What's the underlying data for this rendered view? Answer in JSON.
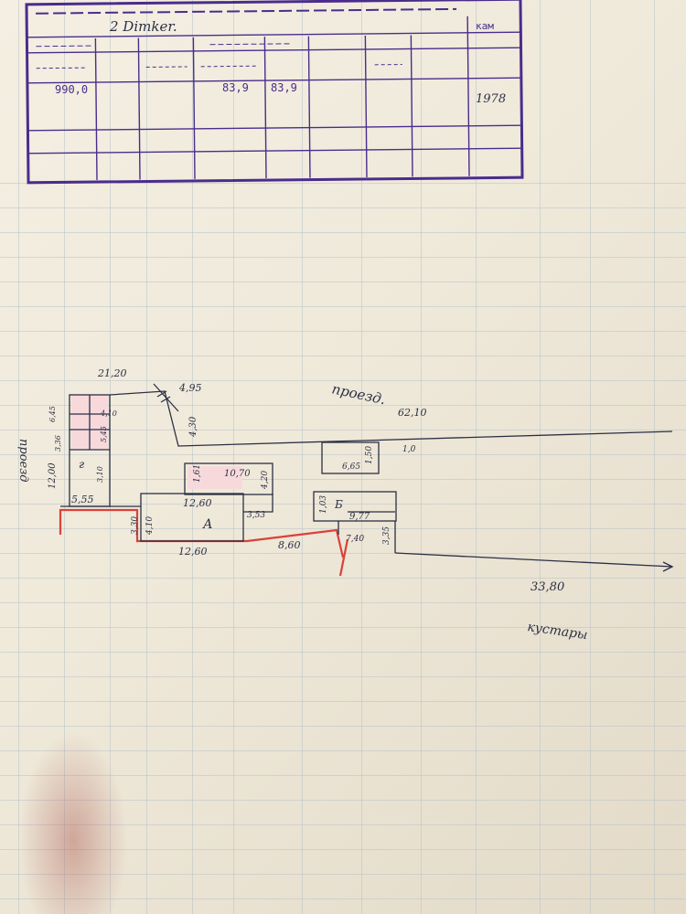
{
  "colors": {
    "paper": "#f1ecdf",
    "grid": "#b9c3c9",
    "stamp_ink": "#4b2c8c",
    "pen_ink": "#2b2f45",
    "red_pencil": "#d9423a",
    "pink_fill": "#f7d9dc"
  },
  "stamp": {
    "header_text": "2 Dimker.",
    "corner_label": "кам",
    "row": {
      "area_1": "990,0",
      "area_2": "83,9",
      "area_3": "83,9",
      "year": "1978"
    }
  },
  "plan": {
    "labels": {
      "proezd": "проезд.",
      "kustary": "кустары",
      "left_side": "проезд"
    },
    "dims": {
      "top_left": "21,20",
      "diag": "4,95",
      "top_right": "62,10",
      "vertical_a": "4,30",
      "small_box_w": "6,65",
      "small_box_h": "1,50",
      "small_mark": "1,0",
      "left_bottom": "5,55",
      "left_h": "12,00",
      "box_w": "10,70",
      "box_h": "4,20",
      "box_small": "1,61",
      "house_w": "12,60",
      "house_h": "4,10",
      "house_h2": "3,30",
      "house_right": "3,53",
      "bottom_left": "12,60",
      "mid_diag": "8,60",
      "right_box_w": "9,77",
      "right_box_h": "1,03",
      "right_box_sub": "7,40",
      "right_h": "3,35",
      "bottom_right": "33,80",
      "left_small_1": "6,45",
      "left_small_2": "3,36",
      "left_small_3": "5,45",
      "left_small_4": "3,10",
      "left_small_5": "4,10"
    },
    "room_letters": {
      "a": "Б",
      "b": "А",
      "g": "г"
    }
  }
}
